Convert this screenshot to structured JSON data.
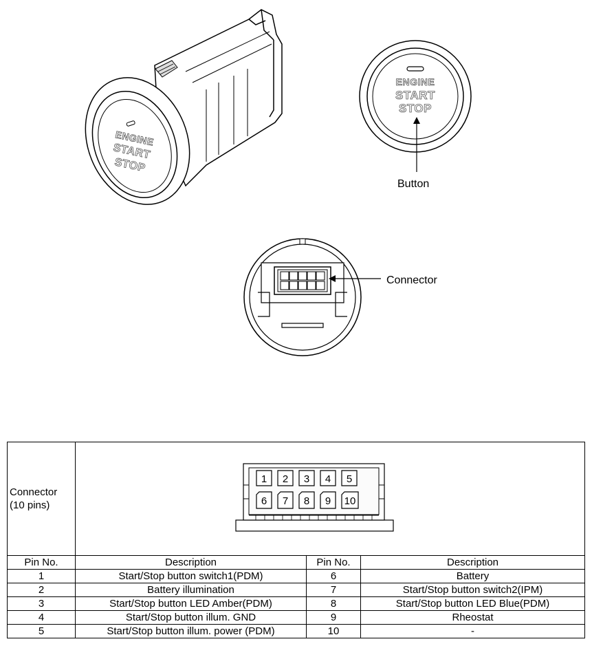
{
  "button_face": {
    "line1": "ENGINE",
    "line2": "START",
    "line3": "STOP"
  },
  "callouts": {
    "button": "Button",
    "connector": "Connector"
  },
  "table": {
    "connector_header": [
      "Connector",
      "(10 pins)"
    ],
    "connector_pins_top": [
      "1",
      "2",
      "3",
      "4",
      "5"
    ],
    "connector_pins_bottom": [
      "6",
      "7",
      "8",
      "9",
      "10"
    ],
    "columns": [
      "Pin No.",
      "Description",
      "Pin No.",
      "Description"
    ],
    "rows": [
      [
        "1",
        "Start/Stop button switch1(PDM)",
        "6",
        "Battery"
      ],
      [
        "2",
        "Battery illumination",
        "7",
        "Start/Stop button switch2(IPM)"
      ],
      [
        "3",
        "Start/Stop button LED Amber(PDM)",
        "8",
        "Start/Stop button LED Blue(PDM)"
      ],
      [
        "4",
        "Start/Stop button illum. GND",
        "9",
        "Rheostat"
      ],
      [
        "5",
        "Start/Stop button illum. power (PDM)",
        "10",
        "-"
      ]
    ]
  }
}
